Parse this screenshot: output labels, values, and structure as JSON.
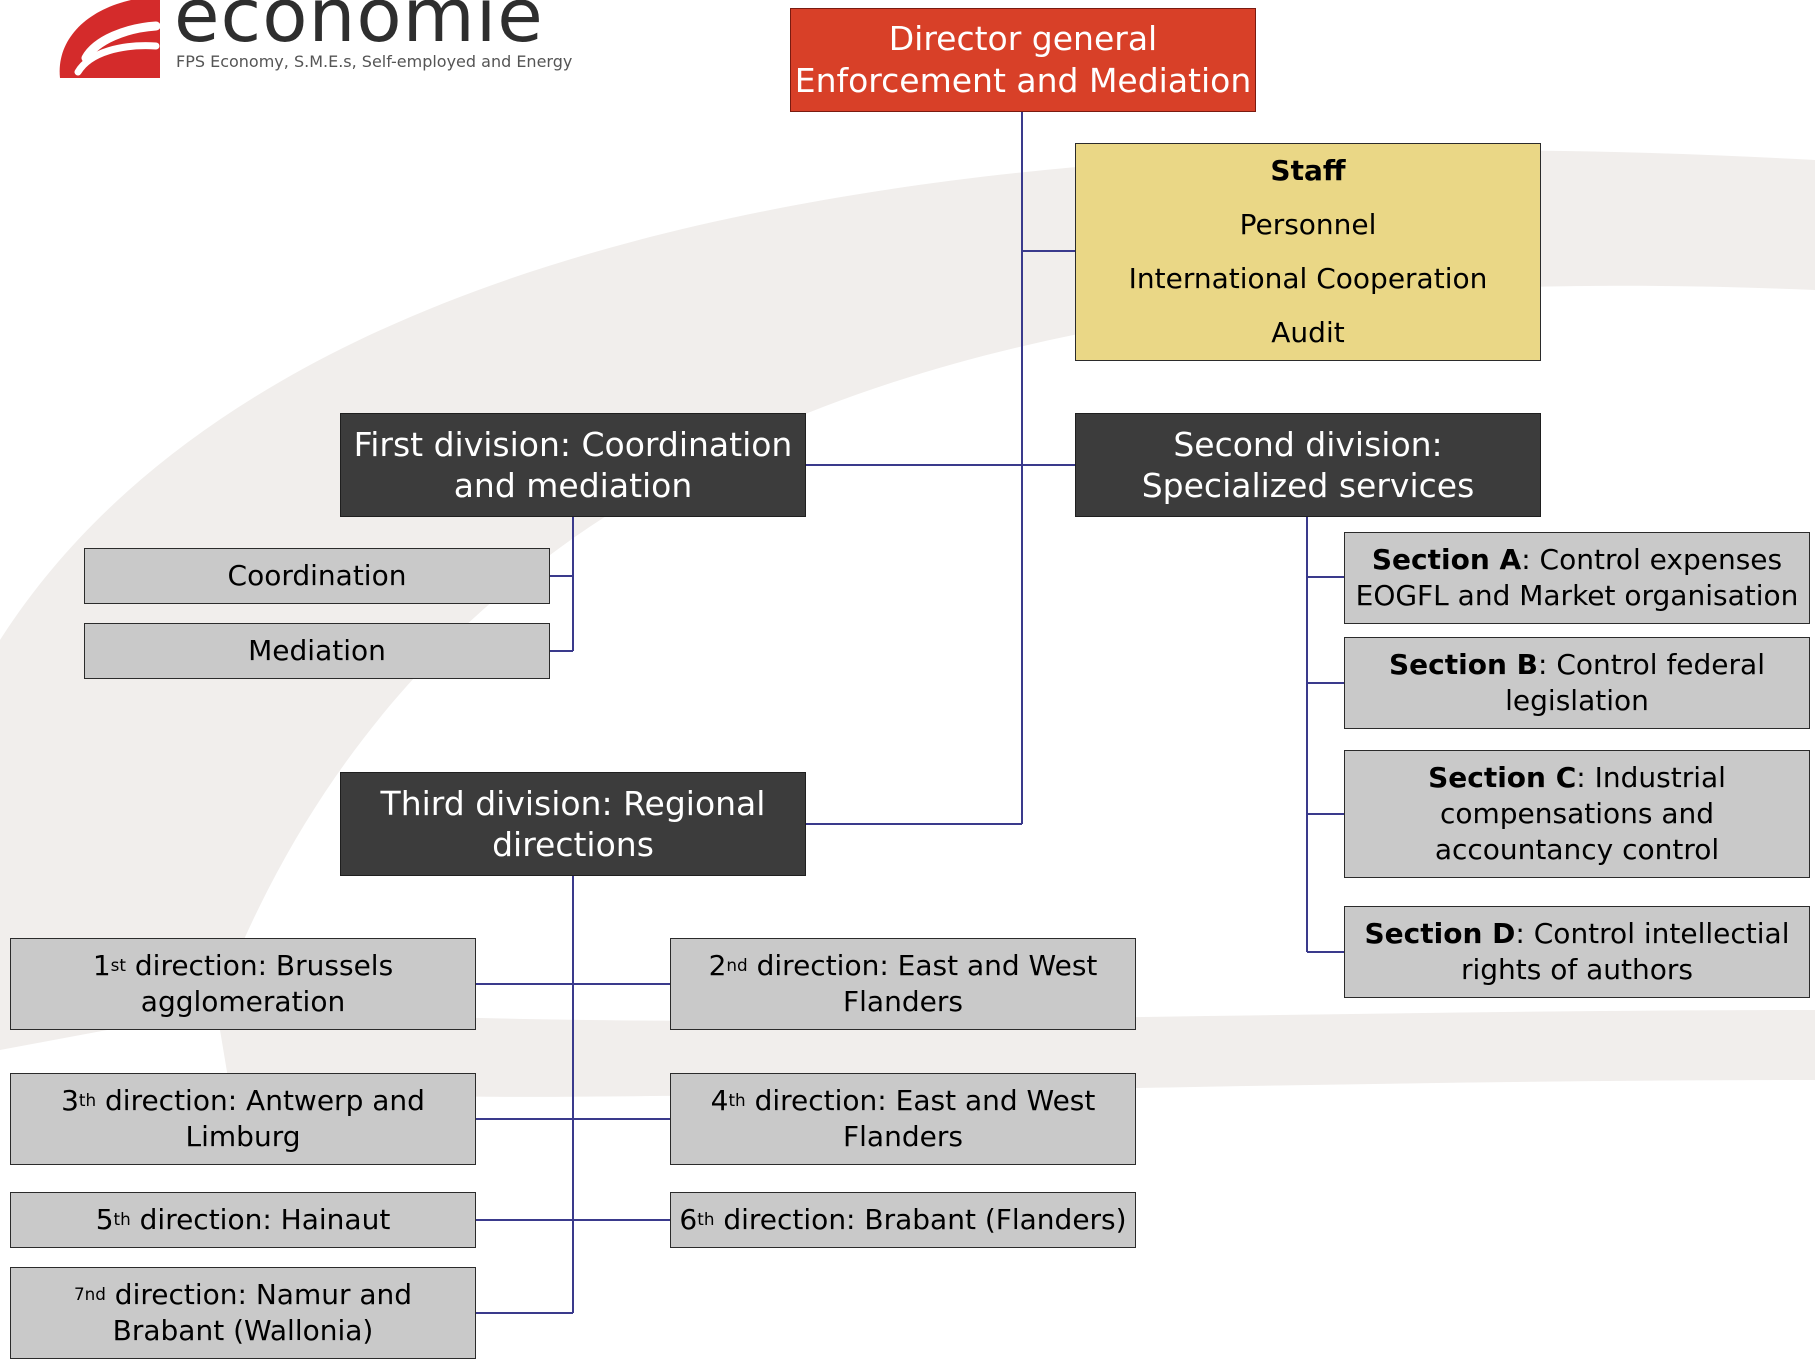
{
  "logo": {
    "wordmark": "economie",
    "tagline": "FPS Economy, S.M.E.s, Self-employed and Energy",
    "brand_color": "#d42b2b"
  },
  "colors": {
    "top": "#d84028",
    "staff": "#ead786",
    "division": "#3c3c3c",
    "unit": "#c9c9c9",
    "connector": "#3a3a8c"
  },
  "director": {
    "line1": "Director general",
    "line2": "Enforcement and Mediation"
  },
  "staff": {
    "title": "Staff",
    "items": [
      "Personnel",
      "International Cooperation",
      "Audit"
    ]
  },
  "first_division": {
    "line1": "First division: Coordination",
    "line2": "and mediation",
    "units": [
      "Coordination",
      "Mediation"
    ]
  },
  "second_division": {
    "line1": "Second division:",
    "line2": "Specialized services",
    "sections": [
      {
        "name": "Section A",
        "lines": [
          ": Control expenses",
          "EOGFL and Market organisation"
        ]
      },
      {
        "name": "Section B",
        "lines": [
          ": Control federal",
          "legislation"
        ]
      },
      {
        "name": "Section C",
        "lines": [
          ": Industrial",
          "compensations and",
          "accountancy control"
        ]
      },
      {
        "name": "Section D",
        "lines": [
          ": Control intellectial",
          "rights of authors"
        ]
      }
    ]
  },
  "third_division": {
    "line1": "Third division: Regional",
    "line2": "directions",
    "directions": [
      {
        "num": "1",
        "sup": "st",
        "rest": " direction: Brussels",
        "line2": "agglomeration"
      },
      {
        "num": "2",
        "sup": "nd",
        "rest": " direction: East and West",
        "line2": "Flanders"
      },
      {
        "num": "3",
        "sup": "th",
        "rest": " direction: Antwerp and",
        "line2": "Limburg"
      },
      {
        "num": "4",
        "sup": "th",
        "rest": " direction: East and West",
        "line2": "Flanders"
      },
      {
        "num": "5",
        "sup": "th",
        "rest": " direction: Hainaut",
        "line2": ""
      },
      {
        "num": "6",
        "sup": "th",
        "rest": " direction: Brabant (Flanders)",
        "line2": ""
      },
      {
        "num": "",
        "sup": "7nd",
        "rest": " direction: Namur and",
        "line2": "Brabant (Wallonia)"
      }
    ]
  }
}
